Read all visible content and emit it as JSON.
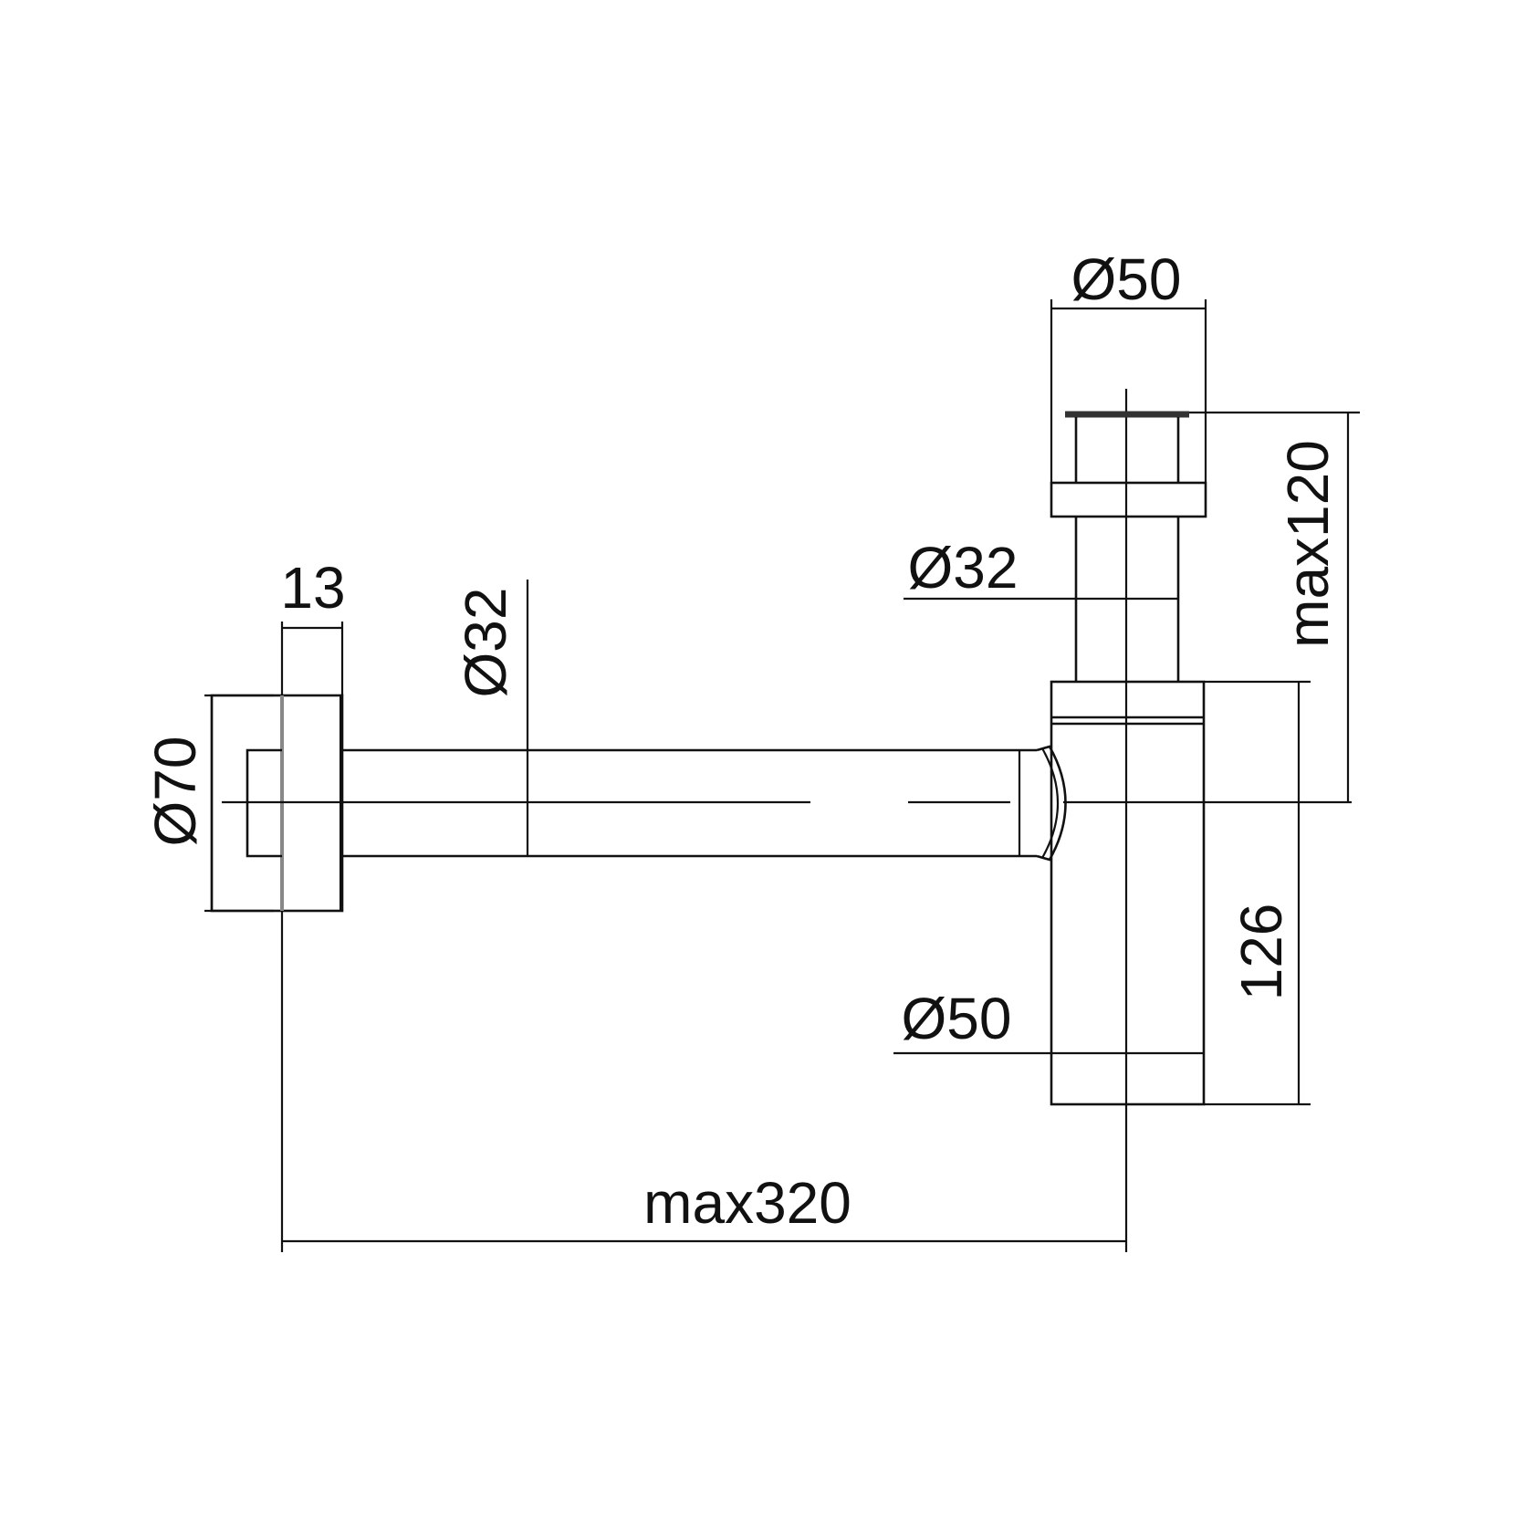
{
  "drawing": {
    "title": "Bottle trap technical drawing",
    "dimensions": {
      "top_diameter": "Ø50",
      "stem_diameter": "Ø32",
      "height_max": "max120",
      "body_height": "126",
      "body_diameter": "Ø50",
      "flange_thickness": "13",
      "flange_diameter": "Ø70",
      "pipe_diameter": "Ø32",
      "length_max": "max320"
    },
    "line_color": "#111111"
  }
}
